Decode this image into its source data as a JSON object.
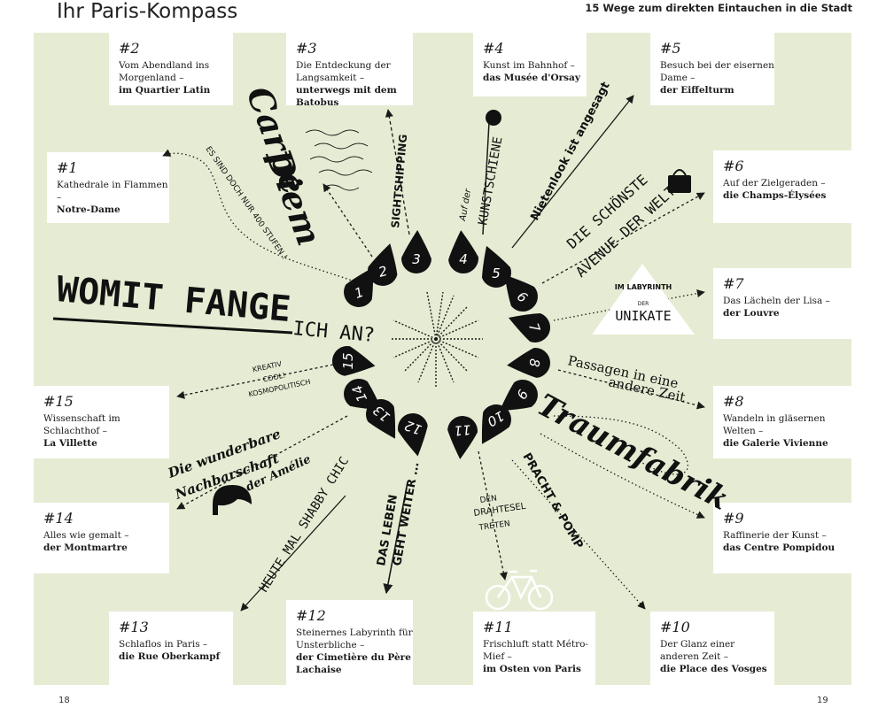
{
  "header": {
    "title": "Ihr Paris-Kompass",
    "subtitle": "15 Wege zum direkten Eintauchen in die Stadt"
  },
  "pages": {
    "left": "18",
    "right": "19"
  },
  "colors": {
    "background": "#e5ecd3",
    "card": "#ffffff",
    "ink": "#1a1a1a"
  },
  "cards": [
    {
      "id": "1",
      "num": "#1",
      "text": "Kathedrale in Flammen –",
      "bold": "Notre-Dame"
    },
    {
      "id": "2",
      "num": "#2",
      "text": "Vom Abendland ins Morgenland –",
      "bold": "im Quartier Latin"
    },
    {
      "id": "3",
      "num": "#3",
      "text": "Die Entdeckung der Langsamkeit –",
      "bold": "unterwegs mit dem Batobus"
    },
    {
      "id": "4",
      "num": "#4",
      "text": "Kunst im Bahnhof –",
      "bold": "das Musée d'Orsay"
    },
    {
      "id": "5",
      "num": "#5",
      "text": "Besuch bei der eisernen Dame –",
      "bold": "der Eiffelturm"
    },
    {
      "id": "6",
      "num": "#6",
      "text": "Auf der Zielgeraden –",
      "bold": "die Champs-Élysées"
    },
    {
      "id": "7",
      "num": "#7",
      "text": "Das Lächeln der Lisa –",
      "bold": "der Louvre"
    },
    {
      "id": "8",
      "num": "#8",
      "text": "Wandeln in gläsernen Welten –",
      "bold": "die Galerie Vivienne"
    },
    {
      "id": "9",
      "num": "#9",
      "text": "Raffinerie der Kunst –",
      "bold": "das Centre Pompidou"
    },
    {
      "id": "10",
      "num": "#10",
      "text": "Der Glanz einer anderen Zeit –",
      "bold": "die Place des Vosges"
    },
    {
      "id": "11",
      "num": "#11",
      "text": "Frischluft statt Métro-Mief –",
      "bold": "im Osten von Paris"
    },
    {
      "id": "12",
      "num": "#12",
      "text": "Steinernes Labyrinth für Unsterbliche –",
      "bold": "der Cimetière du Père Lachaise"
    },
    {
      "id": "13",
      "num": "#13",
      "text": "Schlaflos in Paris –",
      "bold": "die Rue Oberkampf"
    },
    {
      "id": "14",
      "num": "#14",
      "text": "Alles wie gemalt –",
      "bold": "der Montmartre"
    },
    {
      "id": "15",
      "num": "#15",
      "text": "Wissenschaft im Schlachthof –",
      "bold": "La Villette"
    }
  ],
  "markers": [
    "1",
    "2",
    "3",
    "4",
    "5",
    "6",
    "7",
    "8",
    "9",
    "10",
    "11",
    "12",
    "13",
    "14",
    "15"
  ],
  "slogans": {
    "womit": "WOMIT FANGE",
    "ich_an": "ICH AN?",
    "carpe": "Carpe",
    "diem": "Diem",
    "stufen": "ES SIND DOCH NUR 400 STUFEN !",
    "sightshipping": "SIGHTSHIPPING",
    "auf_der": "Auf der",
    "kunstschiene": "KUNSTSCHIENE",
    "nietenlook": "Nietenlook ist angesagt",
    "schoenste_1": "DIE SCHÖNSTE",
    "schoenste_2": "AVENUE DER WELT",
    "im_labyrinth": "IM LABYRINTH",
    "der": "DER",
    "unikate": "UNIKATE",
    "passagen_1": "Passagen in eine",
    "passagen_2": "andere Zeit",
    "traumfabrik": "Traumfabrik",
    "pracht": "PRACHT & POMP",
    "drahtesel_1": "DEN",
    "drahtesel_2": "DRAHTESEL",
    "drahtesel_3": "TRETEN",
    "leben_1": "DAS LEBEN",
    "leben_2": "GEHT WEITER ...",
    "shabby": "HEUTE MAL SHABBY CHIC",
    "amelie_1": "Die wunderbare",
    "amelie_2": "Nachbarschaft",
    "amelie_3": "der Amélie",
    "kreativ_1": "KREATIV",
    "kreativ_2": "COOL!",
    "kreativ_3": "KOSMOPOLITISCH"
  }
}
